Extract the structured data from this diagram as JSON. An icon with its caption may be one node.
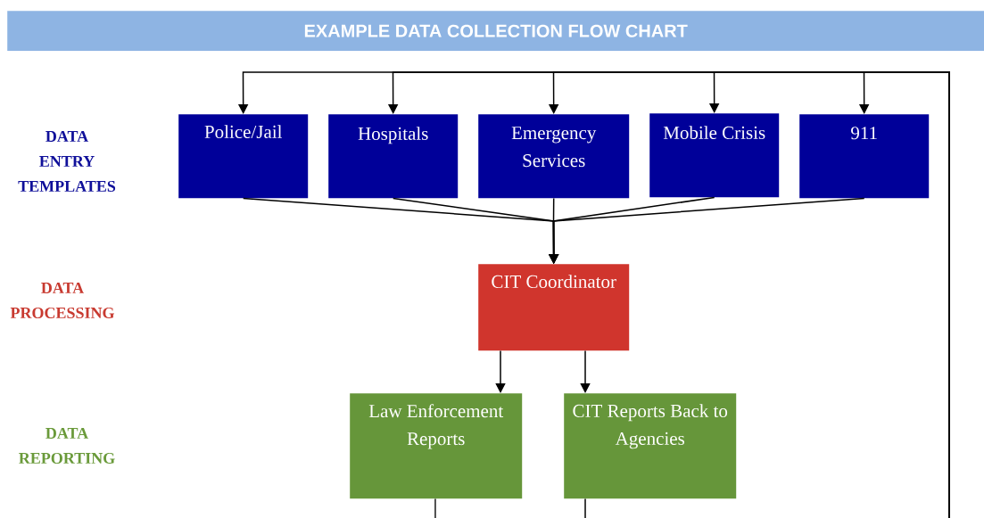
{
  "diagram": {
    "title": "EXAMPLE DATA COLLECTION FLOW CHART",
    "nodes": [
      {
        "text": [
          "Police/Jail"
        ]
      },
      {
        "text": [
          "Hospitals"
        ]
      },
      {
        "text": [
          "Emergency Services"
        ]
      },
      {
        "text": [
          "Mobile Crisis"
        ]
      },
      {
        "text": [
          "911"
        ]
      },
      {
        "text": [
          "CIT Coordinator"
        ]
      },
      {
        "text": [
          "Law Enforcement Reports"
        ]
      },
      {
        "text": [
          "CIT Reports Back to Agencies"
        ]
      }
    ],
    "edges": [
      {
        "from": null,
        "to": 0,
        "arrow": "to"
      },
      {
        "from": null,
        "to": 1,
        "arrow": "to"
      },
      {
        "from": null,
        "to": 2,
        "arrow": "to"
      },
      {
        "from": null,
        "to": 3,
        "arrow": "to"
      },
      {
        "from": null,
        "to": 4,
        "arrow": "to"
      },
      {
        "from": 0,
        "to": 5,
        "arrow": "to"
      },
      {
        "from": 1,
        "to": 5,
        "arrow": "to"
      },
      {
        "from": 2,
        "to": 5,
        "arrow": "to"
      },
      {
        "from": 3,
        "to": 5,
        "arrow": "to"
      },
      {
        "from": 4,
        "to": 5,
        "arrow": "to"
      },
      {
        "from": 5,
        "to": 6,
        "arrow": "to"
      },
      {
        "from": 5,
        "to": 7,
        "arrow": "to"
      },
      {
        "from": 6,
        "to": null,
        "arrow": "none"
      },
      {
        "from": 7,
        "to": null,
        "arrow": "none"
      }
    ],
    "labels": [
      "DATA ENTRY TEMPLATES",
      "DATA PROCESSING",
      "DATA REPORTING"
    ]
  }
}
